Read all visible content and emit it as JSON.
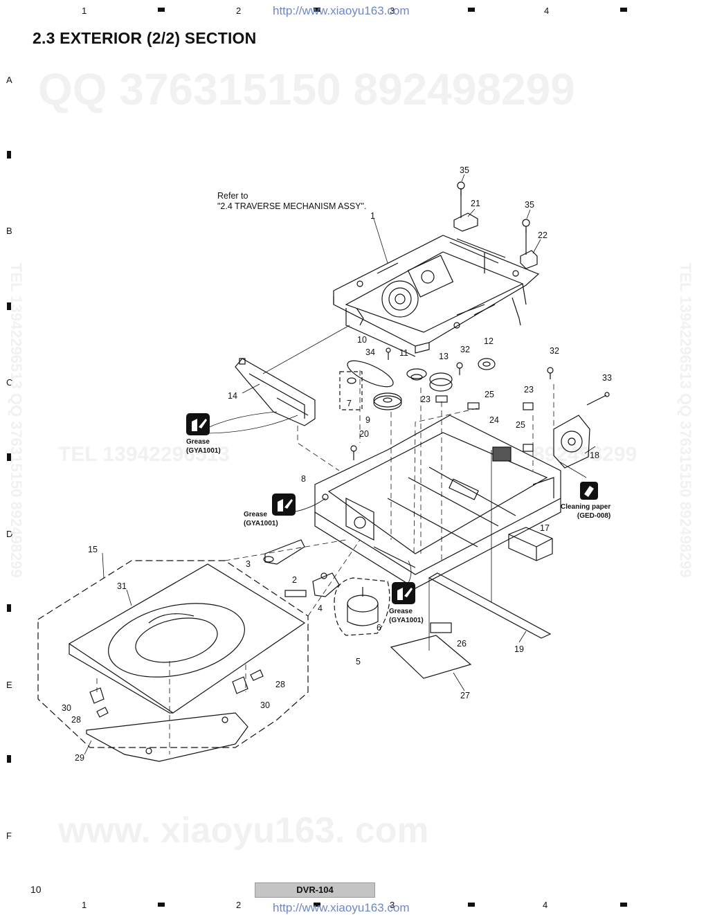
{
  "header": {
    "url_top": "http://www.xiaoyu163.com",
    "url_bottom": "http://www.xiaoyu163.com",
    "section_title": "2.3  EXTERIOR (2/2) SECTION"
  },
  "grid": {
    "columns": [
      "1",
      "2",
      "3",
      "4"
    ],
    "rows": [
      "A",
      "B",
      "C",
      "D",
      "E",
      "F"
    ]
  },
  "watermarks": {
    "qq_line": "QQ 376315150   892498299",
    "tel_line": "TEL  13942296513",
    "tel_line_right": "892498299",
    "www_line": "www. xiaoyu163. com",
    "side_left": "TEL 13942296513  QQ 376315150  892498299",
    "side_right": "TEL 13942296513  QQ 376315150  892498299"
  },
  "notes": {
    "refer_line1": "Refer to",
    "refer_line2": "\"2.4 TRAVERSE MECHANISM ASSY\"."
  },
  "grease_labels": [
    {
      "line1": "Grease",
      "line2": "(GYA1001)"
    },
    {
      "line1": "Grease",
      "line2": "(GYA1001)"
    },
    {
      "line1": "Grease",
      "line2": "(GYA1001)"
    }
  ],
  "cleaning_label": {
    "line1": "Cleaning paper",
    "line2": "(GED-008)"
  },
  "callouts": [
    "1",
    "2",
    "3",
    "4",
    "5",
    "6",
    "7",
    "8",
    "9",
    "10",
    "11",
    "12",
    "13",
    "14",
    "15",
    "17",
    "18",
    "19",
    "20",
    "21",
    "22",
    "23",
    "23",
    "24",
    "25",
    "25",
    "26",
    "27",
    "28",
    "28",
    "29",
    "30",
    "30",
    "31",
    "32",
    "32",
    "33",
    "34",
    "35",
    "35"
  ],
  "footer": {
    "page_number": "10",
    "model": "DVR-104"
  }
}
